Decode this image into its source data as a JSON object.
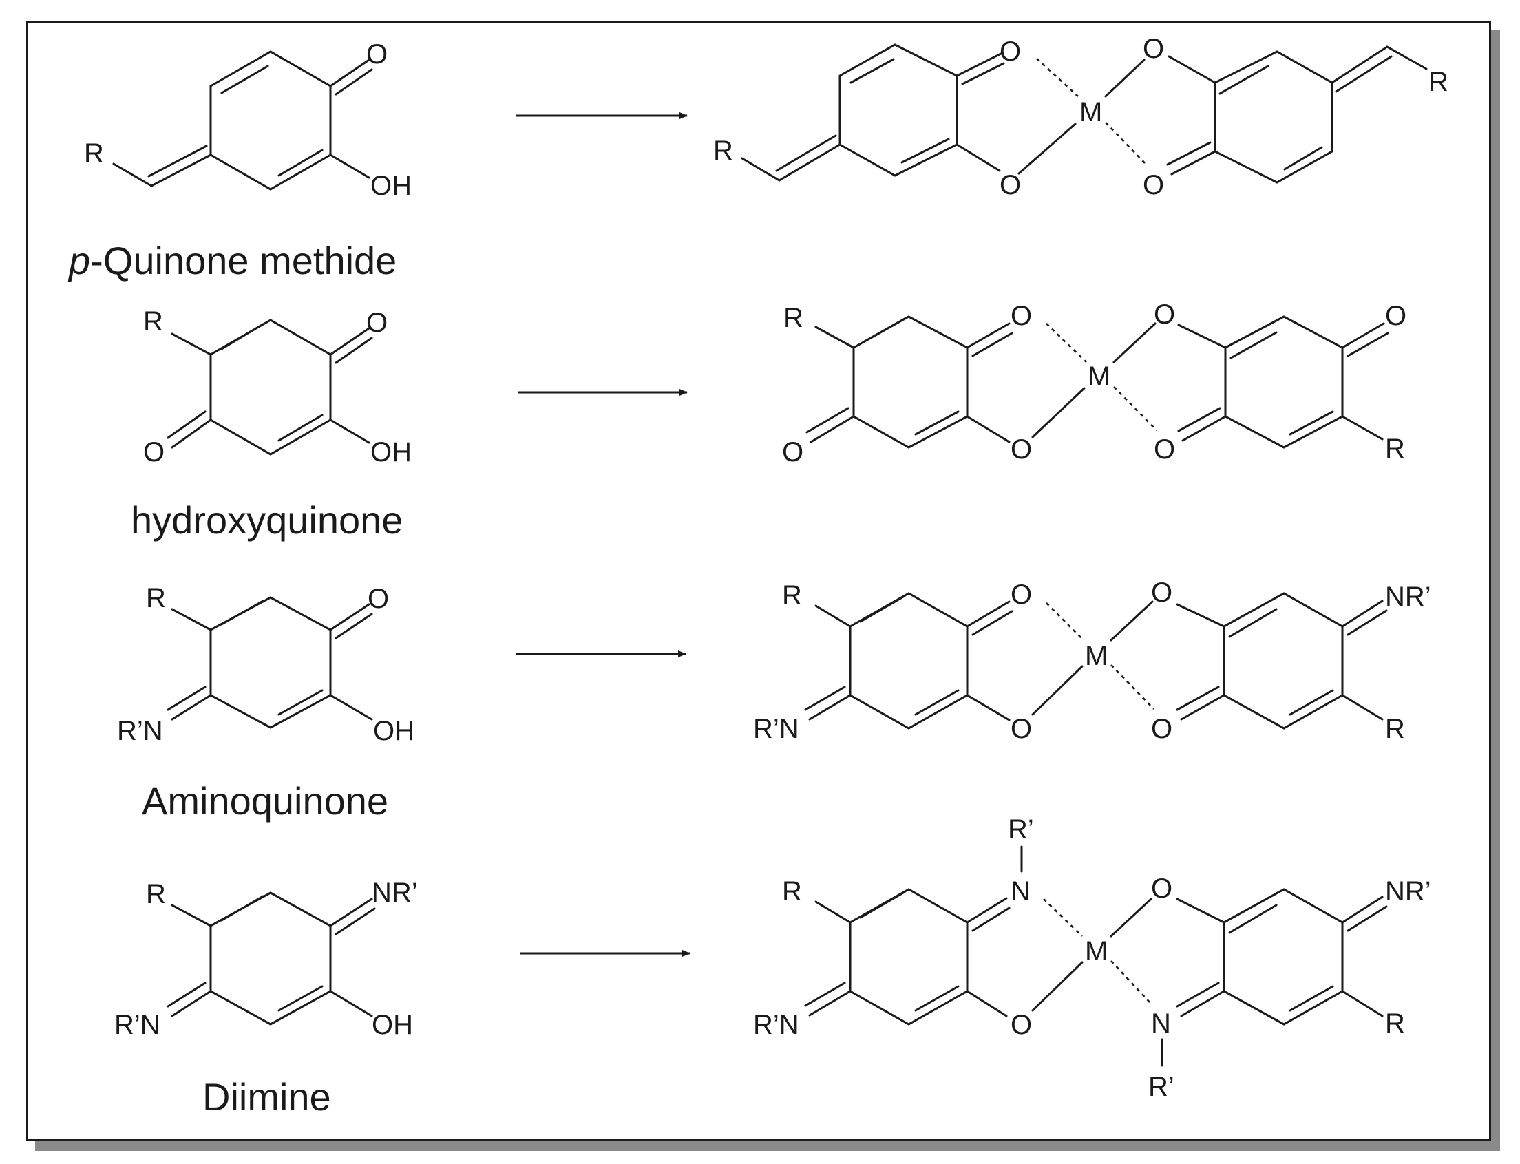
{
  "labels": {
    "R": "R",
    "O": "O",
    "OH": "OH",
    "M": "M",
    "N": "N",
    "NRp": "NR’",
    "RpN": "R’N",
    "Rp": "R’"
  },
  "compounds": [
    {
      "prefix": "p",
      "rest": "-Quinone methide"
    },
    {
      "name": "hydroxyquinone"
    },
    {
      "name": "Aminoquinone"
    },
    {
      "name": "Diimine"
    }
  ],
  "colors": {
    "ink": "#1a1a1a",
    "frame_shadow": "#8a8a8a"
  }
}
